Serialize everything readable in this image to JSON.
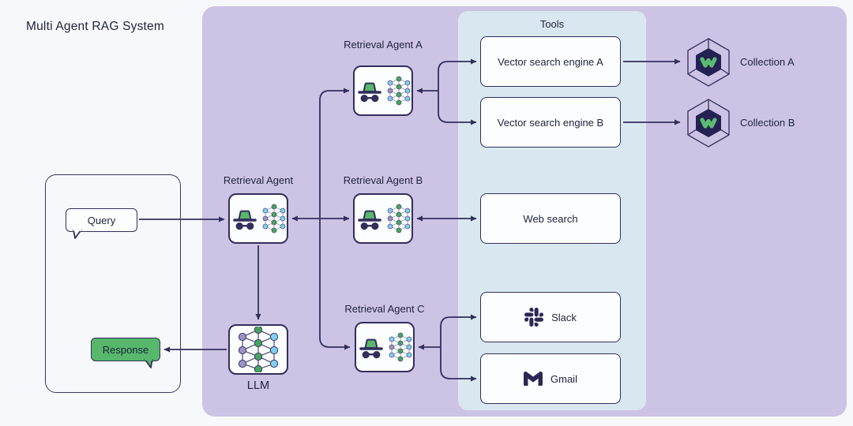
{
  "title": "Multi Agent RAG System",
  "hub": {
    "label": "Retrieval Agent"
  },
  "agents": [
    {
      "label": "Retrieval Agent A"
    },
    {
      "label": "Retrieval Agent B"
    },
    {
      "label": "Retrieval Agent C"
    }
  ],
  "llm": {
    "label": "LLM"
  },
  "io": {
    "query": "Query",
    "response": "Response"
  },
  "tools_panel": {
    "label": "Tools",
    "items": [
      {
        "label": "Vector search engine A",
        "icon": "none"
      },
      {
        "label": "Vector search engine B",
        "icon": "none"
      },
      {
        "label": "Web search",
        "icon": "none"
      },
      {
        "label": "Slack",
        "icon": "slack-icon"
      },
      {
        "label": "Gmail",
        "icon": "gmail-icon"
      }
    ]
  },
  "collections": [
    {
      "label": "Collection A"
    },
    {
      "label": "Collection B"
    }
  ],
  "colors": {
    "page_bg": "#f7f8fb",
    "panel_purple": "#cdc3e5",
    "panel_blue": "#d9e7f0",
    "line": "#322f5c",
    "text": "#20263e",
    "box_bg": "#fcfdff",
    "green": "#57b76b",
    "node_green": "#46a55c",
    "node_cyan": "#7dd0ef",
    "node_purple": "#9b93c3"
  }
}
